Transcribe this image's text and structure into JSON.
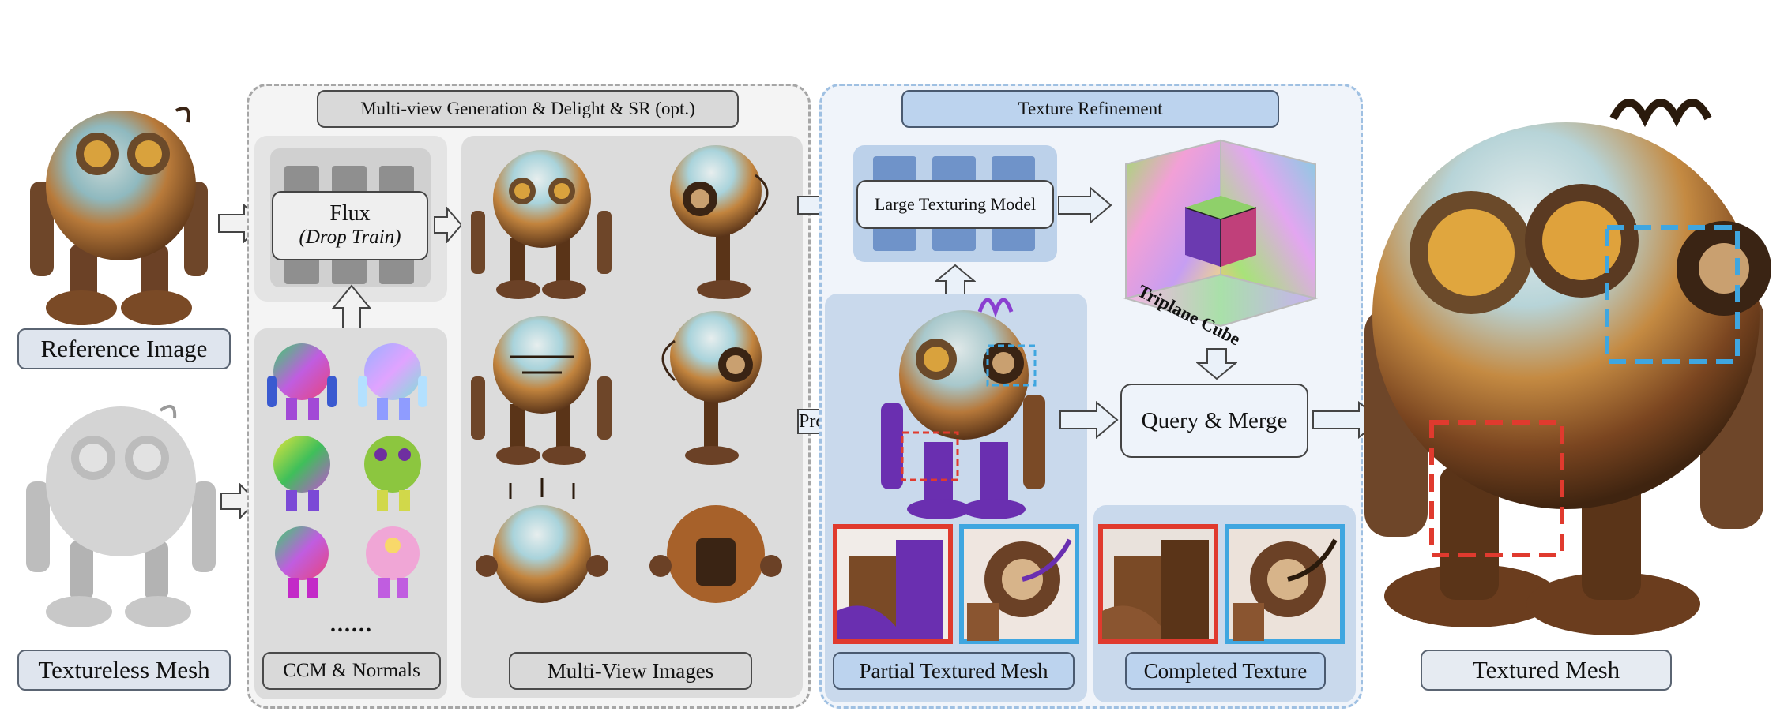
{
  "left": {
    "reference_label": "Reference Image",
    "mesh_label": "Textureless Mesh"
  },
  "stage1": {
    "title": "Multi-view Generation & Delight & SR (opt.)",
    "flux_title": "Flux",
    "flux_subtitle": "(Drop Train)",
    "ellipsis": "......",
    "ccm_label": "CCM & Normals",
    "mv_label": "Multi-View Images"
  },
  "stage2": {
    "title": "Texture Refinement",
    "ltm_label": "Large Texturing Model",
    "cube_label": "Triplane Cube",
    "project_label": "Project",
    "query_label": "Query & Merge",
    "partial_label": "Partial Textured Mesh",
    "completed_label": "Completed Texture"
  },
  "right": {
    "textured_label": "Textured Mesh"
  },
  "colors": {
    "rust": "#9c5a2a",
    "teal": "#8fc6cf",
    "highlight_red": "#e03a2e",
    "highlight_blue": "#3fa6e0",
    "purple": "#6a2fb0"
  }
}
